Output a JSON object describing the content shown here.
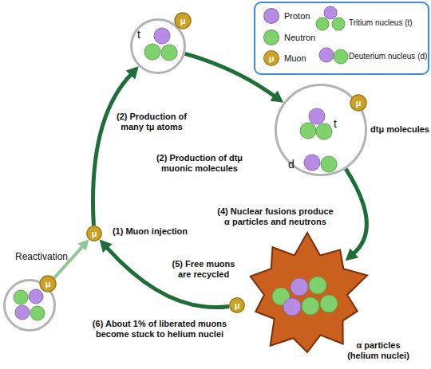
{
  "diagram": {
    "nodes": [
      {
        "text": [
          "t",
          "μ"
        ]
      },
      {
        "text": [
          "t",
          "d",
          "μ",
          "dtμ molecules"
        ]
      },
      {
        "text": [
          "μ"
        ]
      },
      {
        "text": [
          "α particles (helium nuclei)"
        ]
      },
      {
        "text": [
          "μ"
        ]
      },
      {
        "text": [
          "μ"
        ]
      }
    ],
    "edges": [
      {
        "from": 2,
        "to": 0,
        "arrow": "to",
        "label": "(2) Production of many tμ atoms"
      },
      {
        "from": 0,
        "to": 1,
        "arrow": "to",
        "label": "(2) Production of dtμ muonic molecules"
      },
      {
        "from": 1,
        "to": 3,
        "arrow": "to",
        "label": "(4) Nuclear fusions produce α particles and neutrons"
      },
      {
        "from": 4,
        "to": 2,
        "arrow": "to",
        "label": "(5) Free muons are recycled"
      },
      {
        "from": 5,
        "to": 2,
        "arrow": "to",
        "label": "Reactivation"
      }
    ],
    "labels": [
      "(1) Muon injection",
      "(6) About 1% of liberated muons become stuck to helium nuclei",
      "μ"
    ],
    "legend": [
      {
        "text": "Proton",
        "color": "#b68de3"
      },
      {
        "text": "Neutron",
        "color": "#80d26c"
      },
      {
        "text": "Muon",
        "color": "#c9a227"
      },
      {
        "text": "Tritium nucleus (t)"
      },
      {
        "text": "Deuterium nucleus (d)"
      }
    ]
  }
}
